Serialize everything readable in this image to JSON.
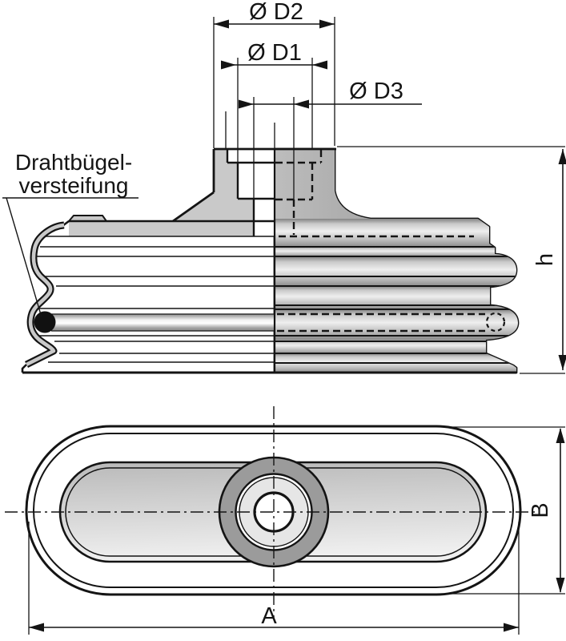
{
  "drawing": {
    "type": "technical-drawing-suction-cup",
    "views": {
      "section_view": "bellows suction cup, half section / half exterior",
      "bottom_view": "oval (stadium) suction cup seen from below"
    },
    "callout": {
      "line1": "Drahtbügel-",
      "line2": "versteifung"
    },
    "dimensions": {
      "d2": "Ø D2",
      "d1": "Ø D1",
      "d3": "Ø D3",
      "h": "h",
      "a": "A",
      "b": "B"
    },
    "colors": {
      "line": "#141414",
      "section_material": "#c9c9c9",
      "exterior_fill": "#b6b6b6",
      "ring_fill": "#9b9b9b",
      "background": "#ffffff"
    }
  }
}
